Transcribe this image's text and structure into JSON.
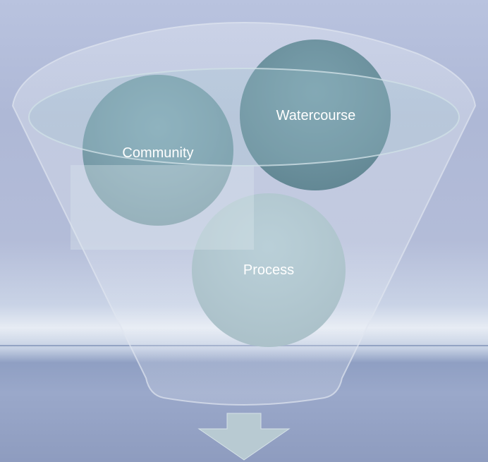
{
  "diagram": {
    "type": "funnel",
    "items": [
      {
        "label": "Community",
        "color": "#7fa6b4"
      },
      {
        "label": "Watercourse",
        "color": "#6e97a5"
      },
      {
        "label": "Process",
        "color": "#b6cdd6"
      }
    ],
    "output_arrow": "down-arrow-icon",
    "background": "sky-and-sea-photo"
  }
}
